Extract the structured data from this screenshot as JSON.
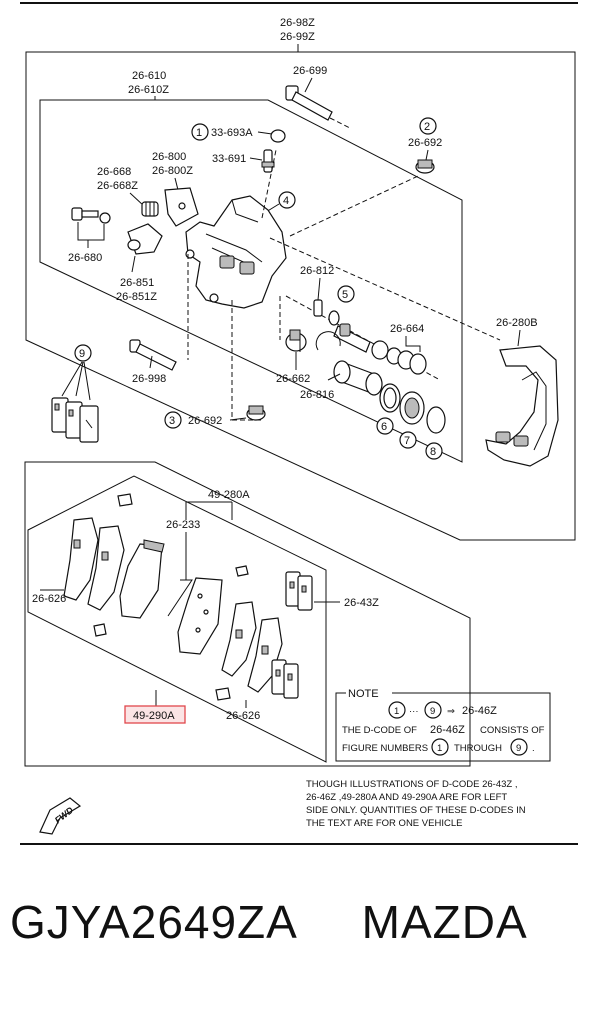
{
  "labels": {
    "top_code_a": "26-98Z",
    "top_code_b": "26-99Z",
    "caliper_a": "26-610",
    "caliper_b": "26-610Z",
    "bolt_699": "26-699",
    "cap_693": "33-693A",
    "bleeder_691": "33-691",
    "boot_692_top": "26-692",
    "bracket_800": "26-800",
    "bracket_800z": "26-800Z",
    "spring_668": "26-668",
    "spring_668z": "26-668Z",
    "bolt_680": "26-680",
    "plate_851": "26-851",
    "plate_851z": "26-851Z",
    "screw_812": "26-812",
    "seal_664": "26-664",
    "mount_280b": "26-280B",
    "boot_662": "26-662",
    "piston_816": "26-816",
    "bolt_998": "26-998",
    "boot_692_bottom": "26-692",
    "pad_set": "49-280A",
    "clip_233": "26-233",
    "shim_626_left": "26-626",
    "kit_43z": "26-43Z",
    "pad_290a": "49-290A",
    "shim_626_right": "26-626",
    "n1": "1",
    "n2": "2",
    "n3": "3",
    "n4": "4",
    "n5": "5",
    "n6": "6",
    "n7": "7",
    "n8": "8",
    "n9": "9",
    "n9b": "9"
  },
  "note": {
    "title": "NOTE",
    "eq_from": "1",
    "eq_dots": "···",
    "eq_to": "9",
    "eq_arrow": "⇒",
    "eq_code": "26-46Z",
    "line1_pre": "THE D-CODE OF",
    "line1_code": "26-46Z",
    "line1_post": "CONSISTS OF",
    "line2_pre": "FIGURE NUMBERS",
    "line2_from": "1",
    "line2_mid": "THROUGH",
    "line2_to": "9",
    "line2_end": "."
  },
  "footnote": {
    "l1": "THOUGH  ILLUSTRATIONS  OF  D-CODE  26-43Z  ,",
    "l2": "26-46Z  ,49-280A  AND  49-290A  ARE  FOR  LEFT",
    "l3": "SIDE ONLY.  QUANTITIES  OF  THESE  D-CODES  IN",
    "l4": "THE  TEXT  ARE  FOR  ONE  VEHICLE"
  },
  "fwd": "FWD",
  "part_number": "GJYA2649ZA",
  "brand": "MAZDA",
  "highlight_color": "#e0474c"
}
